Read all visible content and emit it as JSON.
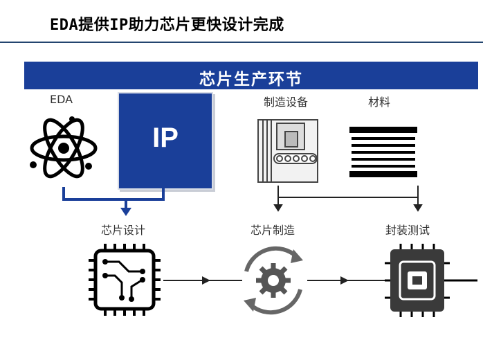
{
  "title": "EDA提供IP助力芯片更快设计完成",
  "banner": "芯片生产环节",
  "labels": {
    "eda": "EDA",
    "ip": "IP",
    "manufacturing_equipment": "制造设备",
    "materials": "材料",
    "chip_design": "芯片设计",
    "chip_manufacturing": "芯片制造",
    "packaging_testing": "封装测试"
  },
  "icons": {
    "eda": "atom-icon",
    "equipment": "factory-machine-icon",
    "materials": "material-layers-icon",
    "design": "circuit-chip-icon",
    "manufacturing": "gear-cycle-icon",
    "packaging": "packaged-chip-icon"
  },
  "colors": {
    "accent": "#1a3f99",
    "rule": "#23456f"
  }
}
